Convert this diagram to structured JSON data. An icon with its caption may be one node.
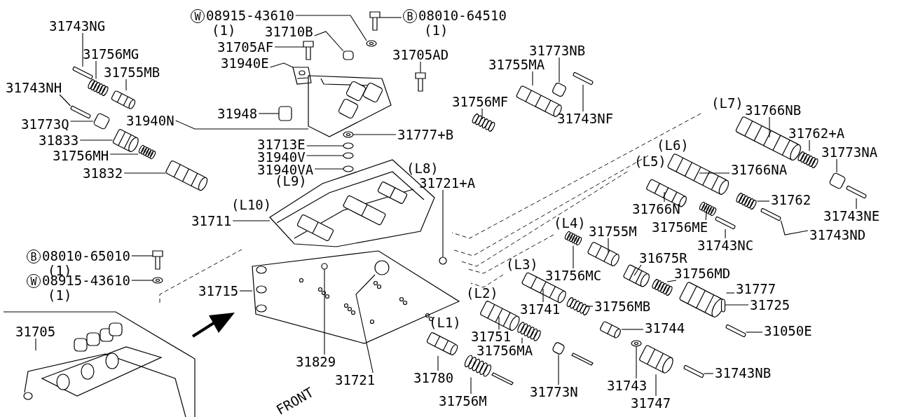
{
  "diagram": {
    "nodes": [
      {
        "text": [
          "31743NG"
        ]
      },
      {
        "text": [
          "W",
          "08915-43610",
          "(1)"
        ]
      },
      {
        "text": [
          "B",
          "08010-64510",
          "(1)"
        ]
      },
      {
        "text": [
          "31710B"
        ]
      },
      {
        "text": [
          "31705AF"
        ]
      },
      {
        "text": [
          "31756MG"
        ]
      },
      {
        "text": [
          "31755MB"
        ]
      },
      {
        "text": [
          "31705AD"
        ]
      },
      {
        "text": [
          "31773NB"
        ]
      },
      {
        "text": [
          "31940E"
        ]
      },
      {
        "text": [
          "31755MA"
        ]
      },
      {
        "text": [
          "31743NH"
        ]
      },
      {
        "text": [
          "31756MF"
        ]
      },
      {
        "text": [
          "31743NF"
        ]
      },
      {
        "text": [
          "31940N"
        ]
      },
      {
        "text": [
          "31948"
        ]
      },
      {
        "text": [
          "31773Q"
        ]
      },
      {
        "text": [
          "31777+B"
        ]
      },
      {
        "text": [
          "31833"
        ]
      },
      {
        "text": [
          "31713E"
        ]
      },
      {
        "text": [
          "31756MH"
        ]
      },
      {
        "text": [
          "31940V"
        ]
      },
      {
        "text": [
          "31940VA"
        ]
      },
      {
        "text": [
          "31832"
        ]
      },
      {
        "text": [
          "31721+A"
        ]
      },
      {
        "text": [
          "31711"
        ]
      },
      {
        "text": [
          "B",
          "08010-65010",
          "(1)"
        ]
      },
      {
        "text": [
          "W",
          "08915-43610",
          "(1)"
        ]
      },
      {
        "text": [
          "31715"
        ]
      },
      {
        "text": [
          "31705"
        ]
      },
      {
        "text": [
          "31829"
        ]
      },
      {
        "text": [
          "31721"
        ]
      },
      {
        "text": [
          "31780"
        ]
      },
      {
        "text": [
          "31756M"
        ]
      },
      {
        "text": [
          "31751"
        ]
      },
      {
        "text": [
          "31756MA"
        ]
      },
      {
        "text": [
          "31773N"
        ]
      },
      {
        "text": [
          "31741"
        ]
      },
      {
        "text": [
          "31756MB"
        ]
      },
      {
        "text": [
          "31756MC"
        ]
      },
      {
        "text": [
          "31755M"
        ]
      },
      {
        "text": [
          "31675R"
        ]
      },
      {
        "text": [
          "31756MD"
        ]
      },
      {
        "text": [
          "31777"
        ]
      },
      {
        "text": [
          "31725"
        ]
      },
      {
        "text": [
          "31744"
        ]
      },
      {
        "text": [
          "31050E"
        ]
      },
      {
        "text": [
          "31743"
        ]
      },
      {
        "text": [
          "31747"
        ]
      },
      {
        "text": [
          "31743NB"
        ]
      },
      {
        "text": [
          "31766NB"
        ]
      },
      {
        "text": [
          "31762+A"
        ]
      },
      {
        "text": [
          "31773NA"
        ]
      },
      {
        "text": [
          "31766NA"
        ]
      },
      {
        "text": [
          "31766N"
        ]
      },
      {
        "text": [
          "31762"
        ]
      },
      {
        "text": [
          "31743NE"
        ]
      },
      {
        "text": [
          "31756ME"
        ]
      },
      {
        "text": [
          "31743ND"
        ]
      },
      {
        "text": [
          "31743NC"
        ]
      },
      {
        "text": [],
        "shape": "box"
      },
      {
        "text": [],
        "shape": "picture"
      },
      {
        "text": [],
        "shape": "picture"
      },
      {
        "text": [],
        "shape": "box"
      },
      {
        "text": [],
        "shape": "picture"
      },
      {
        "text": [],
        "shape": "picture"
      },
      {
        "text": [],
        "shape": "picture"
      },
      {
        "text": [],
        "shape": "picture"
      },
      {
        "text": [],
        "shape": "box"
      },
      {
        "text": [],
        "shape": "picture"
      },
      {
        "text": [],
        "shape": "picture"
      },
      {
        "text": [],
        "shape": "box"
      },
      {
        "text": [],
        "shape": "picture"
      },
      {
        "text": [],
        "shape": "box"
      },
      {
        "text": [],
        "shape": "picture"
      },
      {
        "text": [],
        "shape": "box"
      },
      {
        "text": [],
        "shape": "box"
      },
      {
        "text": [],
        "shape": "picture"
      },
      {
        "text": [],
        "shape": "picture"
      },
      {
        "text": [],
        "shape": "circle"
      },
      {
        "text": [],
        "shape": "picture"
      },
      {
        "text": [],
        "shape": "circle"
      },
      {
        "text": [],
        "shape": "circle"
      },
      {
        "text": [],
        "shape": "picture"
      },
      {
        "text": [],
        "shape": "circle"
      },
      {
        "text": [],
        "shape": "picture"
      },
      {
        "text": [],
        "shape": "picture"
      },
      {
        "text": [],
        "shape": "picture"
      },
      {
        "text": [],
        "shape": "picture"
      },
      {
        "text": [],
        "shape": "picture"
      },
      {
        "text": [],
        "shape": "circle",
        "in": 88
      },
      {
        "text": [],
        "shape": "circle",
        "in": 88
      },
      {
        "text": [],
        "shape": "picture"
      },
      {
        "text": [],
        "shape": "picture"
      },
      {
        "text": [],
        "shape": "picture"
      },
      {
        "text": [],
        "shape": "picture"
      },
      {
        "text": [],
        "shape": "box"
      },
      {
        "text": [],
        "shape": "picture"
      },
      {
        "text": [],
        "shape": "picture"
      },
      {
        "text": [],
        "shape": "picture"
      },
      {
        "text": [],
        "shape": "picture"
      },
      {
        "text": [],
        "shape": "picture"
      },
      {
        "text": [],
        "shape": "picture"
      },
      {
        "text": [],
        "shape": "picture"
      },
      {
        "text": [],
        "shape": "box"
      },
      {
        "text": [],
        "shape": "picture"
      },
      {
        "text": [],
        "shape": "box"
      },
      {
        "text": [],
        "shape": "picture"
      },
      {
        "text": [],
        "shape": "picture"
      },
      {
        "text": [],
        "shape": "box"
      },
      {
        "text": [],
        "shape": "picture"
      },
      {
        "text": [],
        "shape": "picture"
      },
      {
        "text": [],
        "shape": "box"
      },
      {
        "text": [],
        "shape": "picture"
      },
      {
        "text": [],
        "shape": "picture"
      },
      {
        "text": [],
        "shape": "picture"
      },
      {
        "text": [],
        "shape": "box"
      },
      {
        "text": [],
        "shape": "picture"
      },
      {
        "text": [],
        "shape": "box"
      },
      {
        "text": [],
        "shape": "box"
      }
    ],
    "edges": [
      {
        "from": 0,
        "to": 60,
        "arrow": "none"
      },
      {
        "from": 1,
        "to": 61,
        "arrow": "none"
      },
      {
        "from": 2,
        "to": 62,
        "arrow": "none"
      },
      {
        "from": 3,
        "to": 63,
        "arrow": "none"
      },
      {
        "from": 4,
        "to": 64,
        "arrow": "none"
      },
      {
        "from": 5,
        "to": 65,
        "arrow": "none"
      },
      {
        "from": 6,
        "to": 66,
        "arrow": "none"
      },
      {
        "from": 7,
        "to": 67,
        "arrow": "none"
      },
      {
        "from": 8,
        "to": 68,
        "arrow": "none"
      },
      {
        "from": 9,
        "to": 69,
        "arrow": "none"
      },
      {
        "from": 10,
        "to": 70,
        "arrow": "none"
      },
      {
        "from": 11,
        "to": 71,
        "arrow": "none"
      },
      {
        "from": 12,
        "to": 72,
        "arrow": "none"
      },
      {
        "from": 13,
        "to": 73,
        "arrow": "none"
      },
      {
        "from": 14,
        "to": 74,
        "arrow": "none"
      },
      {
        "from": 15,
        "to": 75,
        "arrow": "none"
      },
      {
        "from": 16,
        "to": 76,
        "arrow": "none"
      },
      {
        "from": 17,
        "to": 77,
        "arrow": "none"
      },
      {
        "from": 18,
        "to": 78,
        "arrow": "none"
      },
      {
        "from": 19,
        "to": 79,
        "arrow": "none"
      },
      {
        "from": 20,
        "to": 80,
        "arrow": "none"
      },
      {
        "from": 21,
        "to": 81,
        "arrow": "none"
      },
      {
        "from": 22,
        "to": 82,
        "arrow": "none"
      },
      {
        "from": 23,
        "to": 83,
        "arrow": "none"
      },
      {
        "from": 24,
        "to": 84,
        "arrow": "none"
      },
      {
        "from": 25,
        "to": 85,
        "arrow": "none"
      },
      {
        "from": 26,
        "to": 86,
        "arrow": "none"
      },
      {
        "from": 27,
        "to": 87,
        "arrow": "none"
      },
      {
        "from": 28,
        "to": 88,
        "arrow": "none"
      },
      {
        "from": 29,
        "to": 89,
        "arrow": "none"
      },
      {
        "from": 30,
        "to": 90,
        "arrow": "none"
      },
      {
        "from": 31,
        "to": 91,
        "arrow": "none"
      },
      {
        "from": 32,
        "to": 92,
        "arrow": "none"
      },
      {
        "from": 33,
        "to": 93,
        "arrow": "none"
      },
      {
        "from": 34,
        "to": 94,
        "arrow": "none"
      },
      {
        "from": 35,
        "to": 95,
        "arrow": "none"
      },
      {
        "from": 36,
        "to": 96,
        "arrow": "none"
      },
      {
        "from": 37,
        "to": 97,
        "arrow": "none"
      },
      {
        "from": 38,
        "to": 98,
        "arrow": "none"
      },
      {
        "from": 39,
        "to": 99,
        "arrow": "none"
      },
      {
        "from": 40,
        "to": 100,
        "arrow": "none"
      },
      {
        "from": 41,
        "to": 101,
        "arrow": "none"
      },
      {
        "from": 42,
        "to": 102,
        "arrow": "none"
      },
      {
        "from": 43,
        "to": 103,
        "arrow": "none"
      },
      {
        "from": 44,
        "to": 104,
        "arrow": "none"
      },
      {
        "from": 45,
        "to": 105,
        "arrow": "none"
      },
      {
        "from": 46,
        "to": 106,
        "arrow": "none"
      },
      {
        "from": 47,
        "to": 107,
        "arrow": "none"
      },
      {
        "from": 48,
        "to": 108,
        "arrow": "none"
      },
      {
        "from": 49,
        "to": 109,
        "arrow": "none"
      },
      {
        "from": 50,
        "to": 110,
        "arrow": "none"
      },
      {
        "from": 51,
        "to": 111,
        "arrow": "none"
      },
      {
        "from": 52,
        "to": 112,
        "arrow": "none"
      },
      {
        "from": 53,
        "to": 113,
        "arrow": "none"
      },
      {
        "from": 54,
        "to": 114,
        "arrow": "none"
      },
      {
        "from": 55,
        "to": 115,
        "arrow": "none"
      },
      {
        "from": 56,
        "to": 116,
        "arrow": "none"
      },
      {
        "from": 57,
        "to": 117,
        "arrow": "none"
      },
      {
        "from": 58,
        "to": 118,
        "arrow": "none"
      },
      {
        "from": 59,
        "to": 119,
        "arrow": "none"
      }
    ],
    "labels": [
      "(L7)",
      "(L6)",
      "(L5)",
      "(L8)",
      "(L9)",
      "(L10)",
      "(L4)",
      "(L3)",
      "(L2)",
      "(L1)",
      "FRONT"
    ]
  }
}
